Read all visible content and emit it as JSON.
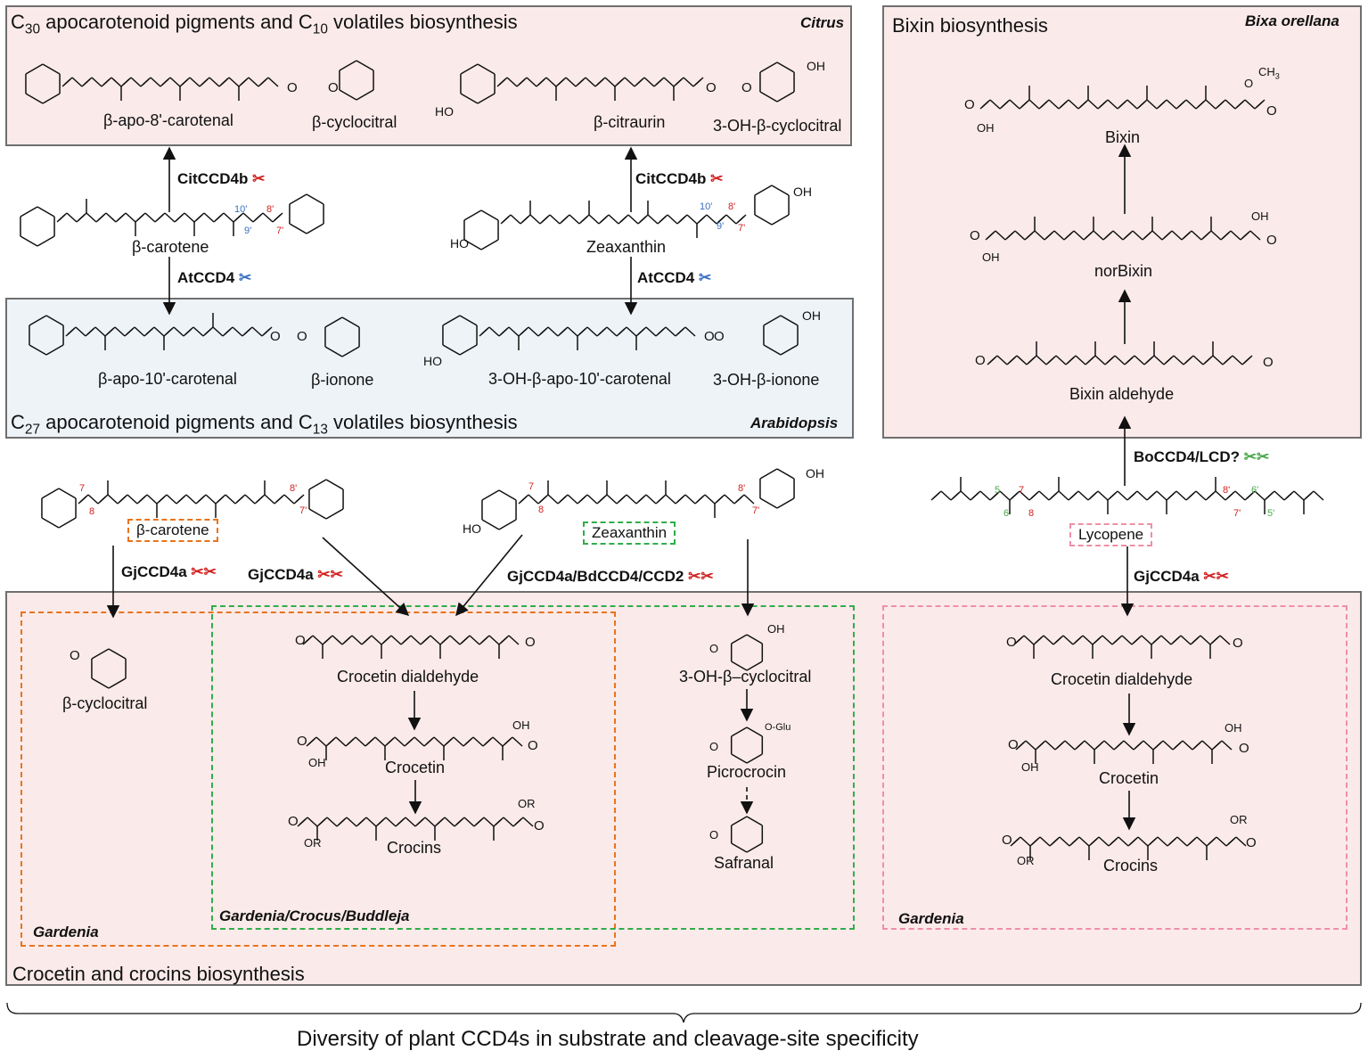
{
  "panels": {
    "citrus": {
      "title_pre": "C",
      "title_sub1": "30",
      "title_mid": " apocarotenoid pigments and C",
      "title_sub2": "10",
      "title_post": " volatiles biosynthesis",
      "organism": "Citrus"
    },
    "arabidopsis": {
      "title_pre": "C",
      "title_sub1": "27",
      "title_mid": " apocarotenoid pigments and C",
      "title_sub2": "13",
      "title_post": " volatiles biosynthesis",
      "organism": "Arabidopsis"
    },
    "bixa": {
      "title": "Bixin biosynthesis",
      "organism": "Bixa orellana"
    },
    "crocetin": {
      "title": "Crocetin and crocins biosynthesis"
    }
  },
  "compounds": {
    "apo8": "β-apo-8'-carotenal",
    "cyclocitral_top": "β-cyclocitral",
    "citraurin": "β-citraurin",
    "oh_cyclocitral_top": "3-OH-β-cyclocitral",
    "bcarotene": "β-carotene",
    "zeaxanthin": "Zeaxanthin",
    "apo10": "β-apo-10'-carotenal",
    "ionone": "β-ionone",
    "oh_apo10": "3-OH-β-apo-10'-carotenal",
    "oh_ionone": "3-OH-β-ionone",
    "bixin": "Bixin",
    "norbixin": "norBixin",
    "bixin_aldehyde": "Bixin aldehyde",
    "bcarotene_box": "β-carotene",
    "zeaxanthin_box": "Zeaxanthin",
    "lycopene_box": "Lycopene",
    "cyclocitral_bottom": "β-cyclocitral",
    "crocetin_dialdehyde": "Crocetin dialdehyde",
    "crocetin": "Crocetin",
    "crocins": "Crocins",
    "oh_cyclocitral_bottom": "3-OH-β–cyclocitral",
    "picrocrocin": "Picrocrocin",
    "safranal": "Safranal",
    "crocetin_dialdehyde_r": "Crocetin dialdehyde",
    "crocetin_r": "Crocetin",
    "crocins_r": "Crocins"
  },
  "enzymes": {
    "citccd4b_1": "CitCCD4b",
    "citccd4b_2": "CitCCD4b",
    "atccd4_1": "AtCCD4",
    "atccd4_2": "AtCCD4",
    "boccd4": "BoCCD4/LCD?",
    "gjccd4a_1": "GjCCD4a",
    "gjccd4a_2": "GjCCD4a",
    "gjccd4a_multi": "GjCCD4a/BdCCD4/CCD2",
    "gjccd4a_3": "GjCCD4a"
  },
  "group_labels": {
    "gardenia_left": "Gardenia",
    "gardenia_crocus": "Gardenia/Crocus/Buddleja",
    "gardenia_right": "Gardenia"
  },
  "atoms": {
    "O": "O",
    "OH": "OH",
    "HO": "HO",
    "OR": "OR",
    "CH3": "CH",
    "CH3_sub": "3",
    "OGlu": "O-Glu"
  },
  "positions": {
    "p10p": "10'",
    "p9p": "9'",
    "p8p": "8'",
    "p7p": "7'",
    "p7": "7",
    "p8": "8",
    "p5": "5",
    "p6": "6",
    "p6p": "6'",
    "p5p": "5'"
  },
  "footer": "Diversity of plant CCD4s in substrate and cleavage-site specificity",
  "colors": {
    "red": "#d32020",
    "blue": "#3a6fc2",
    "green": "#4aa84a",
    "orange": "#e8741c",
    "green_dash": "#2fae4b",
    "pink_dash": "#ee8fa6"
  }
}
